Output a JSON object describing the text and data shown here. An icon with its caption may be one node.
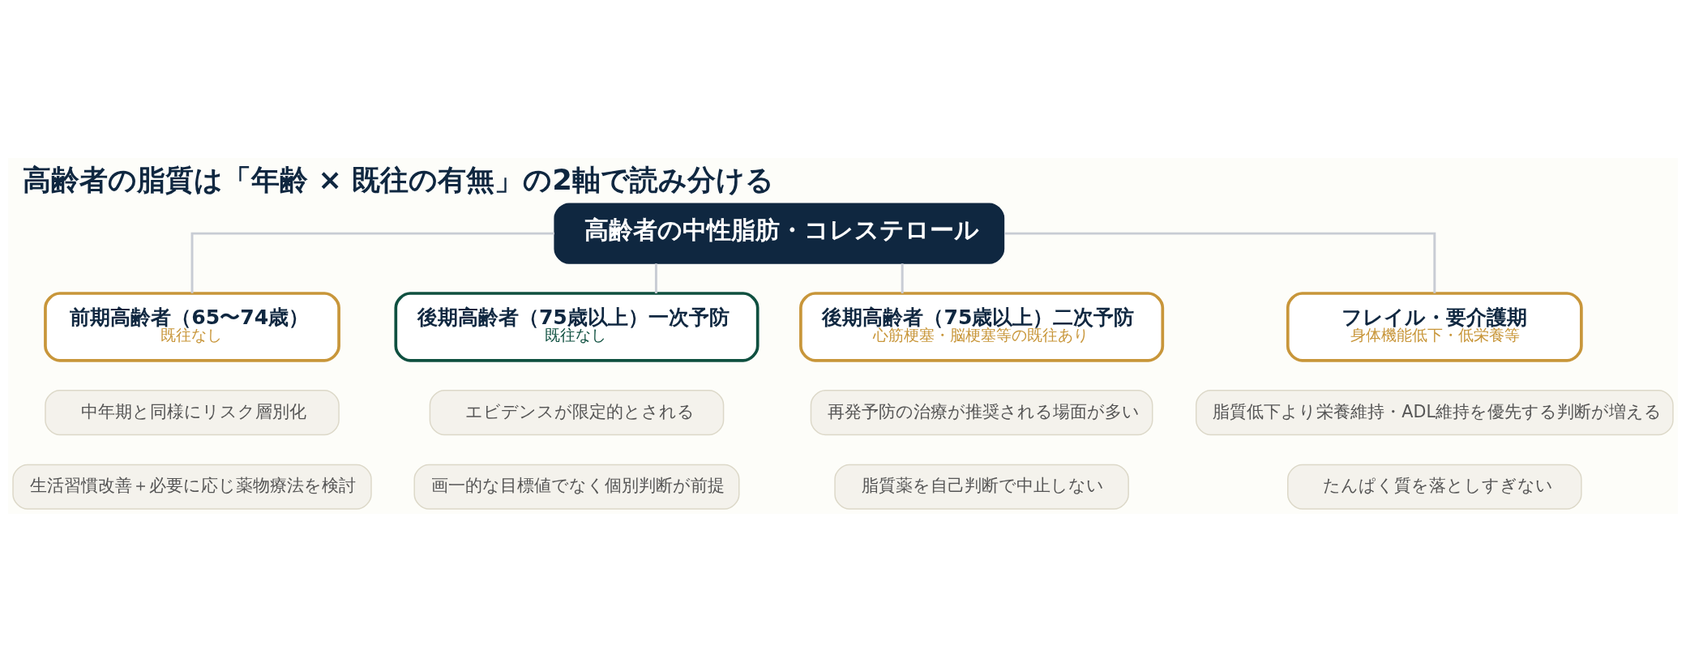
{
  "diagram": {
    "title": "高齢者の脂質は「年齢 × 既往の有無」の2軸で読み分ける",
    "nodes": [
      {
        "text": [
          "高齢者の中性脂肪・コレステロール"
        ]
      },
      {
        "text": [
          "前期高齢者（65〜74歳）",
          "既往なし"
        ]
      },
      {
        "text": [
          "後期高齢者（75歳以上）一次予防",
          "既往なし"
        ]
      },
      {
        "text": [
          "後期高齢者（75歳以上）二次予防",
          "心筋梗塞・脳梗塞等の既往あり"
        ]
      },
      {
        "text": [
          "フレイル・要介護期",
          "身体機能低下・低栄養等"
        ]
      },
      {
        "text": [
          "中年期と同様にリスク層別化"
        ]
      },
      {
        "text": [
          "生活習慣改善＋必要に応じ薬物療法を検討"
        ]
      },
      {
        "text": [
          "エビデンスが限定的とされる"
        ]
      },
      {
        "text": [
          "画一的な目標値でなく個別判断が前提"
        ]
      },
      {
        "text": [
          "再発予防の治療が推奨される場面が多い"
        ]
      },
      {
        "text": [
          "脂質薬を自己判断で中止しない"
        ]
      },
      {
        "text": [
          "脂質低下より栄養維持・ADL維持を優先する判断が増える"
        ]
      },
      {
        "text": [
          "たんぱく質を落としすぎない"
        ]
      }
    ],
    "edges": [
      {
        "from": 0,
        "to": 1,
        "arrow": "none"
      },
      {
        "from": 0,
        "to": 2,
        "arrow": "none"
      },
      {
        "from": 0,
        "to": 3,
        "arrow": "none"
      },
      {
        "from": 0,
        "to": 4,
        "arrow": "none"
      }
    ]
  }
}
